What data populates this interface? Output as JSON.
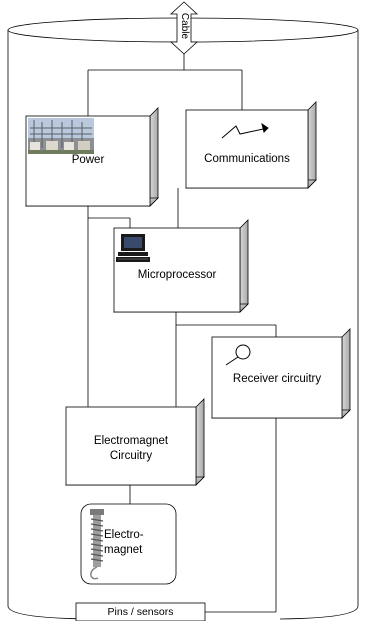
{
  "cable": {
    "label": "Cable"
  },
  "power": {
    "label": "Power"
  },
  "communications": {
    "label": "Communications"
  },
  "microprocessor": {
    "label": "Microprocessor"
  },
  "receiver": {
    "label": "Receiver circuitry"
  },
  "electromagnet_circuitry": {
    "label_line1": "Electromagnet",
    "label_line2": "Circuitry"
  },
  "electromagnet": {
    "label_line1": "Electro-",
    "label_line2": "magnet"
  },
  "pins": {
    "label": "Pins / sensors"
  },
  "colors": {
    "line": "#000000",
    "box_face": "#ffffff",
    "box_side": "#cfcfcf",
    "box_top": "#e6e6e6"
  }
}
